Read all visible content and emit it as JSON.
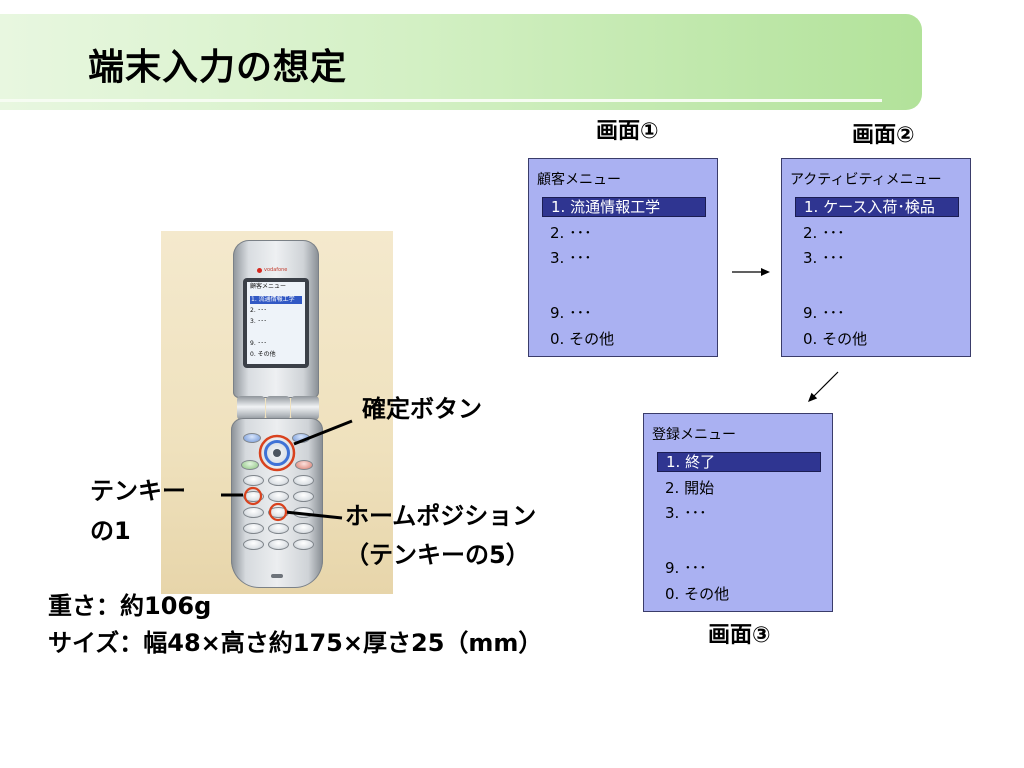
{
  "slide": {
    "title": "端末入力の想定"
  },
  "screens": [
    {
      "label": "画面①",
      "menu_title": "顧客メニュー",
      "selected": 0,
      "items": [
        "1. 流通情報工学",
        "2. ･･･",
        "3. ･･･",
        "9. ･･･",
        "0. その他"
      ]
    },
    {
      "label": "画面②",
      "menu_title": "アクティビティメニュー",
      "selected": 0,
      "items": [
        "1. ケース入荷･検品",
        "2. ･･･",
        "3. ･･･",
        "9. ･･･",
        "0. その他"
      ]
    },
    {
      "label": "画面③",
      "menu_title": "登録メニュー",
      "selected": 0,
      "items": [
        "1. 終了",
        "2. 開始",
        "3. ･･･",
        "9. ･･･",
        "0. その他"
      ]
    }
  ],
  "phone": {
    "logo": "vodafone",
    "display": {
      "menu_title": "顧客メニュー",
      "selected": 0,
      "items": [
        "1. 流通情報工学",
        "2. ･･･",
        "3. ･･･",
        "9. ･･･",
        "0. その他"
      ]
    }
  },
  "callouts": {
    "confirm_button": "確定ボタン",
    "numpad_1": [
      "テンキー",
      "の1"
    ],
    "home_position": [
      "ホームポジション",
      "（テンキーの5）"
    ]
  },
  "specs": {
    "weight": "重さ：約106g",
    "size": "サイズ：幅48×高さ約175×厚さ25（mm）"
  },
  "colors": {
    "banner_light": "#e8f7e0",
    "banner_dark": "#b2e29a",
    "screen_fill": "#aab1f2",
    "highlight": "#2f3591",
    "marker_red": "#d9421e"
  }
}
